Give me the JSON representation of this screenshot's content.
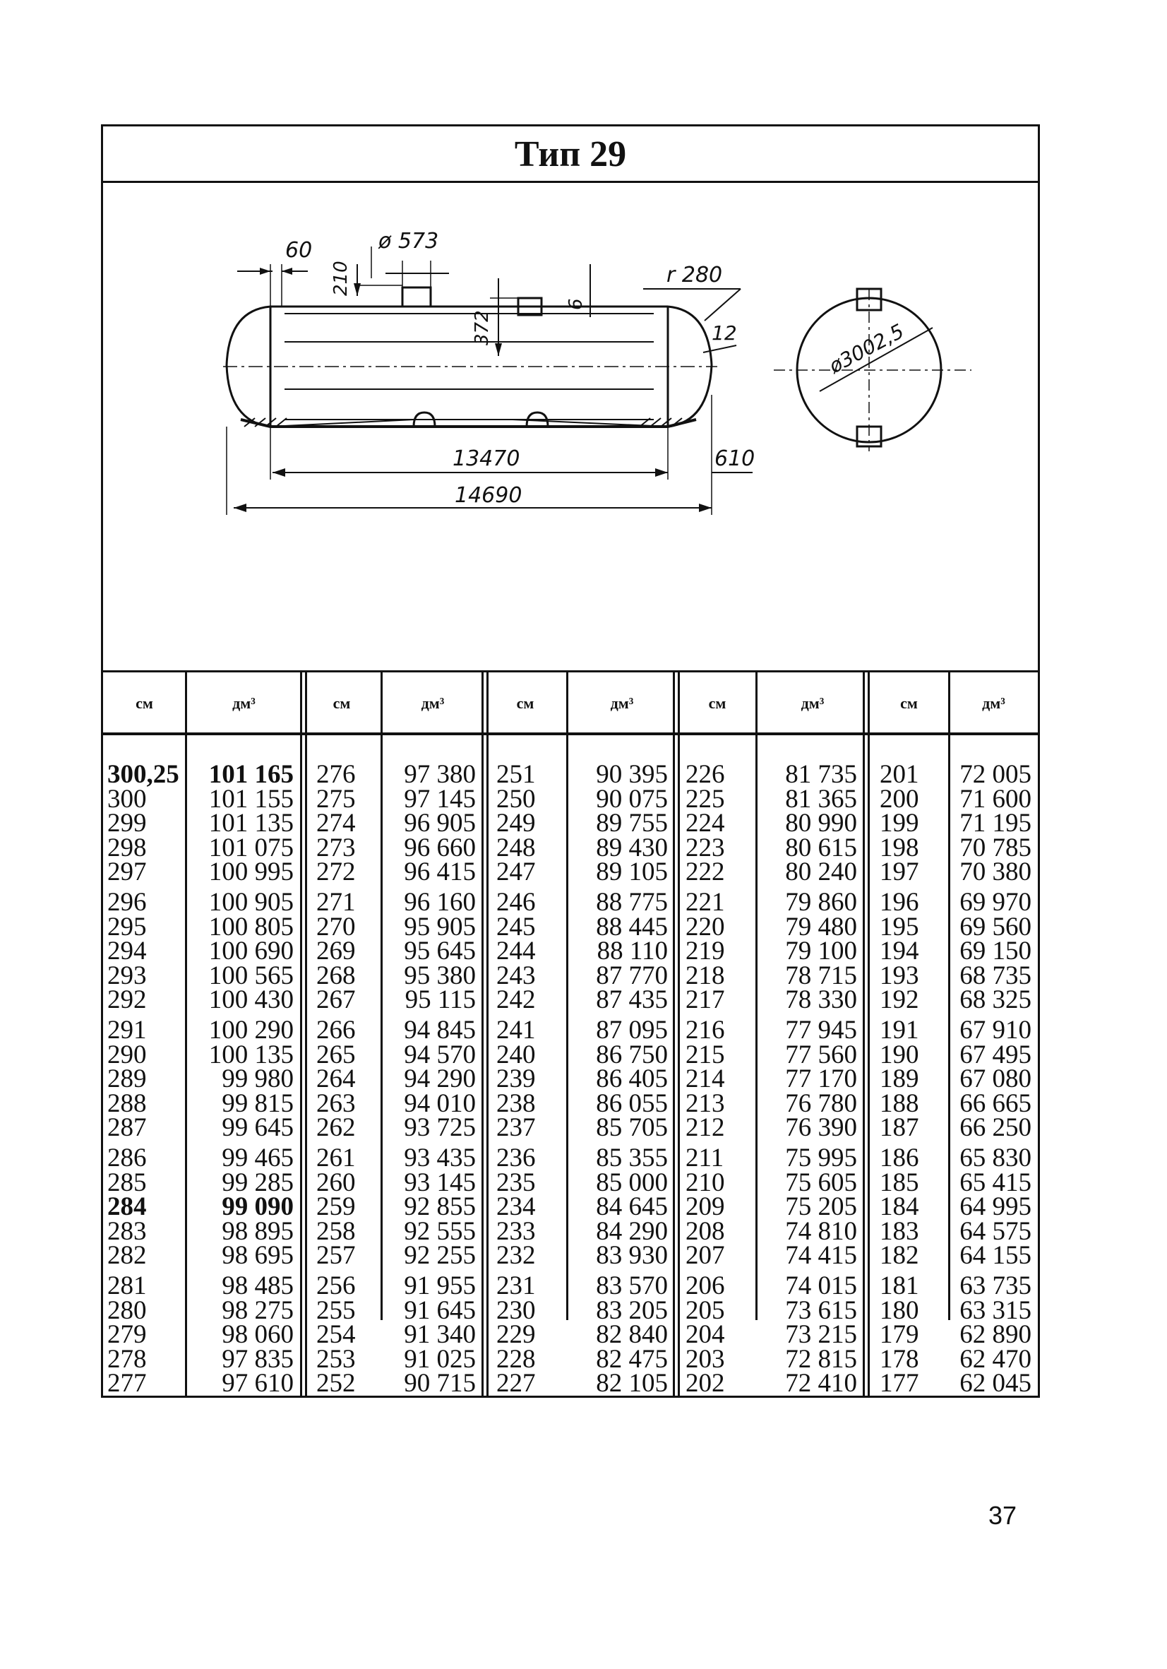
{
  "title": "Тип 29",
  "drawing": {
    "dim_60": "60",
    "dim_573": "ø 573",
    "dim_210": "210",
    "dim_372": "372",
    "dim_6": "6",
    "dim_r280": "r 280",
    "dim_12": "12",
    "dim_13470": "13470",
    "dim_610": "610",
    "dim_14690": "14690",
    "dim_diameter": "ø3002,5"
  },
  "table": {
    "header_cm": "см",
    "header_dm": "дм³",
    "groups": [
      {
        "cm": [
          "300,25",
          "300",
          "299",
          "298",
          "297",
          "296",
          "295",
          "294",
          "293",
          "292",
          "291",
          "290",
          "289",
          "288",
          "287",
          "286",
          "285",
          "284",
          "283",
          "282",
          "281",
          "280",
          "279",
          "278",
          "277"
        ],
        "dm": [
          "101 165",
          "101 155",
          "101 135",
          "101 075",
          "100 995",
          "100 905",
          "100 805",
          "100 690",
          "100 565",
          "100 430",
          "100 290",
          "100 135",
          "99 980",
          "99 815",
          "99 645",
          "99 465",
          "99 285",
          "99 090",
          "98 895",
          "98 695",
          "98 485",
          "98 275",
          "98 060",
          "97 835",
          "97 610"
        ]
      },
      {
        "cm": [
          "276",
          "275",
          "274",
          "273",
          "272",
          "271",
          "270",
          "269",
          "268",
          "267",
          "266",
          "265",
          "264",
          "263",
          "262",
          "261",
          "260",
          "259",
          "258",
          "257",
          "256",
          "255",
          "254",
          "253",
          "252"
        ],
        "dm": [
          "97 380",
          "97 145",
          "96 905",
          "96 660",
          "96 415",
          "96 160",
          "95 905",
          "95 645",
          "95 380",
          "95 115",
          "94 845",
          "94 570",
          "94 290",
          "94 010",
          "93 725",
          "93 435",
          "93 145",
          "92 855",
          "92 555",
          "92 255",
          "91 955",
          "91 645",
          "91 340",
          "91 025",
          "90 715"
        ]
      },
      {
        "cm": [
          "251",
          "250",
          "249",
          "248",
          "247",
          "246",
          "245",
          "244",
          "243",
          "242",
          "241",
          "240",
          "239",
          "238",
          "237",
          "236",
          "235",
          "234",
          "233",
          "232",
          "231",
          "230",
          "229",
          "228",
          "227"
        ],
        "dm": [
          "90 395",
          "90 075",
          "89 755",
          "89 430",
          "89 105",
          "88 775",
          "88 445",
          "88 110",
          "87 770",
          "87 435",
          "87 095",
          "86 750",
          "86 405",
          "86 055",
          "85 705",
          "85 355",
          "85 000",
          "84 645",
          "84 290",
          "83 930",
          "83 570",
          "83 205",
          "82 840",
          "82 475",
          "82 105"
        ]
      },
      {
        "cm": [
          "226",
          "225",
          "224",
          "223",
          "222",
          "221",
          "220",
          "219",
          "218",
          "217",
          "216",
          "215",
          "214",
          "213",
          "212",
          "211",
          "210",
          "209",
          "208",
          "207",
          "206",
          "205",
          "204",
          "203",
          "202"
        ],
        "dm": [
          "81 735",
          "81 365",
          "80 990",
          "80 615",
          "80 240",
          "79 860",
          "79 480",
          "79 100",
          "78 715",
          "78 330",
          "77 945",
          "77 560",
          "77 170",
          "76 780",
          "76 390",
          "75 995",
          "75 605",
          "75 205",
          "74 810",
          "74 415",
          "74 015",
          "73 615",
          "73 215",
          "72 815",
          "72 410"
        ]
      },
      {
        "cm": [
          "201",
          "200",
          "199",
          "198",
          "197",
          "196",
          "195",
          "194",
          "193",
          "192",
          "191",
          "190",
          "189",
          "188",
          "187",
          "186",
          "185",
          "184",
          "183",
          "182",
          "181",
          "180",
          "179",
          "178",
          "177"
        ],
        "dm": [
          "72 005",
          "71 600",
          "71 195",
          "70 785",
          "70 380",
          "69 970",
          "69 560",
          "69 150",
          "68 735",
          "68 325",
          "67 910",
          "67 495",
          "67 080",
          "66 665",
          "66 250",
          "65 830",
          "65 415",
          "64 995",
          "64 575",
          "64 155",
          "63 735",
          "63 315",
          "62 890",
          "62 470",
          "62 045"
        ]
      }
    ]
  },
  "page_number": "37"
}
